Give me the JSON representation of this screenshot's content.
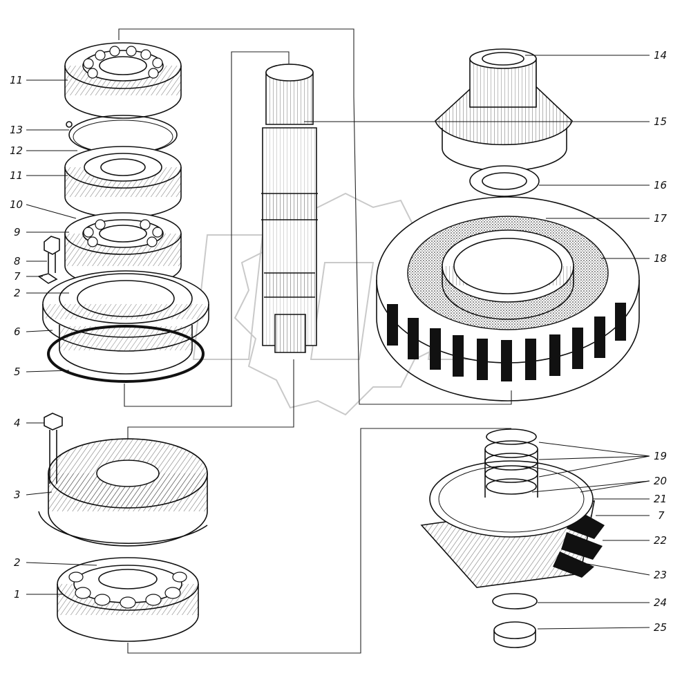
{
  "callouts": {
    "c1": "1",
    "c2a": "2",
    "c2b": "2",
    "c3": "3",
    "c4": "4",
    "c5": "5",
    "c6": "6",
    "c7a": "7",
    "c7b": "7",
    "c8": "8",
    "c9": "9",
    "c10": "10",
    "c11a": "11",
    "c11b": "11",
    "c12": "12",
    "c13": "13",
    "c14": "14",
    "c15": "15",
    "c16": "16",
    "c17": "17",
    "c18": "18",
    "c19": "19",
    "c20": "20",
    "c21": "21",
    "c22": "22",
    "c23": "23",
    "c24": "24",
    "c25": "25"
  }
}
